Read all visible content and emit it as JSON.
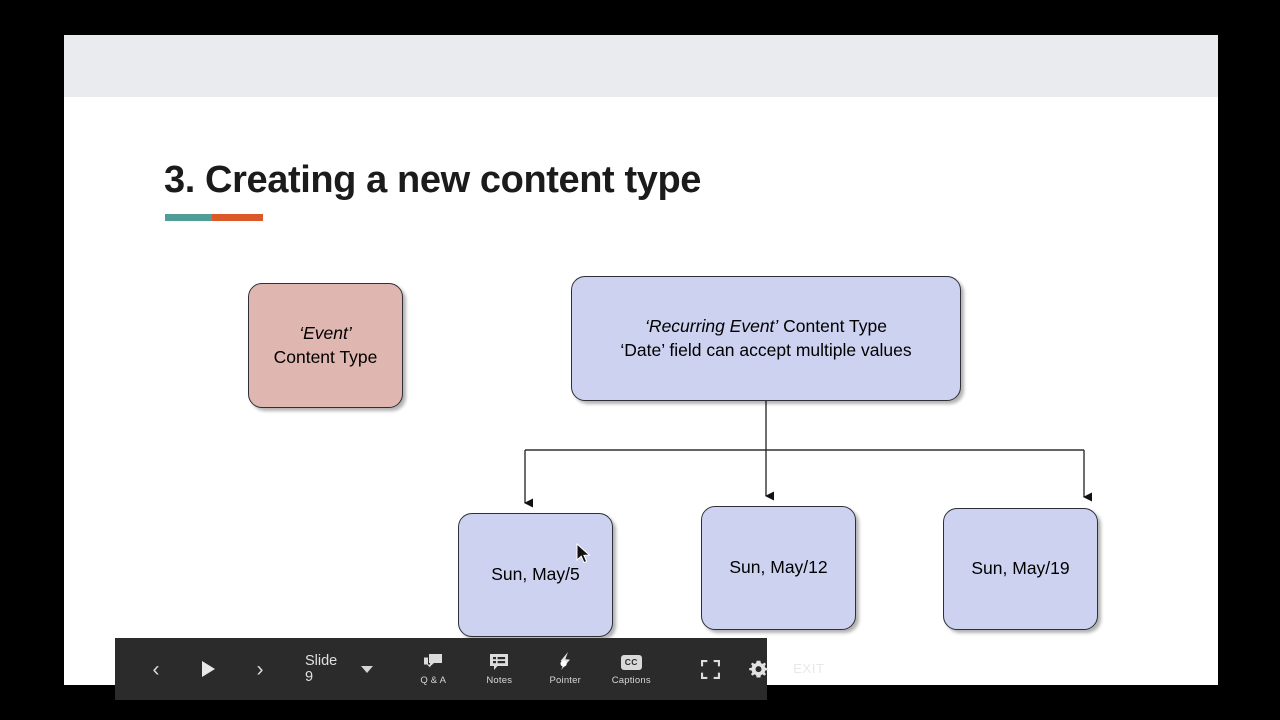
{
  "slide": {
    "title": "3. Creating a new content type",
    "rule_color_left": "#4f9d95",
    "rule_color_right": "#dd5829",
    "nodes": {
      "event": {
        "line1": "‘Event’",
        "line2": "Content Type",
        "fill": "#dfb6b0",
        "stroke": "#2f2f38"
      },
      "recurring": {
        "line1_em": "‘Recurring Event’",
        "line1_rest": " Content Type",
        "line2": "‘Date’ field can accept multiple values",
        "fill": "#ccd2ef",
        "stroke": "#2f2f38"
      },
      "dates": [
        {
          "label": "Sun, May/5",
          "fill": "#ccd2ef"
        },
        {
          "label": "Sun, May/12",
          "fill": "#ccd2ef"
        },
        {
          "label": "Sun, May/19",
          "fill": "#ccd2ef"
        }
      ]
    }
  },
  "controlbar": {
    "prev_icon": "chevron-left-icon",
    "play_icon": "play-icon",
    "next_icon": "chevron-right-icon",
    "slide_label": "Slide 9",
    "dropdown_icon": "chevron-down-icon",
    "tools": [
      {
        "label": "Q & A",
        "icon": "qa-chat-icon"
      },
      {
        "label": "Notes",
        "icon": "notes-icon"
      },
      {
        "label": "Pointer",
        "icon": "pointer-bolt-icon"
      },
      {
        "label": "Captions",
        "icon": "closed-captions-icon",
        "glyph": "CC"
      }
    ],
    "fullscreen_icon": "exit-fullscreen-icon",
    "settings_icon": "gear-icon",
    "exit_label": "EXIT",
    "background": "#2b2b2b"
  }
}
